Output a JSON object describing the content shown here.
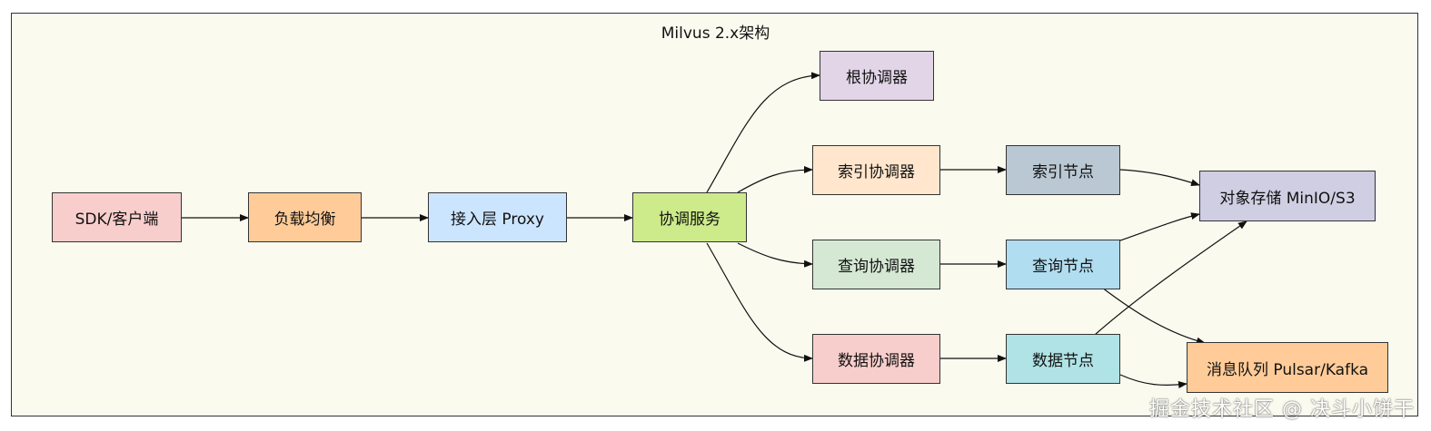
{
  "title": "Milvus 2.x架构",
  "nodes": {
    "sdk": {
      "label": "SDK/客户端",
      "color": "#f8cecc"
    },
    "lb": {
      "label": "负载均衡",
      "color": "#ffcc99"
    },
    "proxy": {
      "label": "接入层 Proxy",
      "color": "#cce5ff"
    },
    "coord": {
      "label": "协调服务",
      "color": "#cdeb8b"
    },
    "root": {
      "label": "根协调器",
      "color": "#e1d5e7"
    },
    "index_coord": {
      "label": "索引协调器",
      "color": "#ffe6cc"
    },
    "query_coord": {
      "label": "查询协调器",
      "color": "#d5e8d4"
    },
    "data_coord": {
      "label": "数据协调器",
      "color": "#f8cecc"
    },
    "index_node": {
      "label": "索引节点",
      "color": "#bac8d3"
    },
    "query_node": {
      "label": "查询节点",
      "color": "#b1ddf0"
    },
    "data_node": {
      "label": "数据节点",
      "color": "#b0e3e6"
    },
    "storage": {
      "label": "对象存储 MinIO/S3",
      "color": "#d0cee2"
    },
    "mq": {
      "label": "消息队列 Pulsar/Kafka",
      "color": "#ffcc99"
    }
  },
  "watermark": "掘金技术社区 @ 决斗小饼干"
}
